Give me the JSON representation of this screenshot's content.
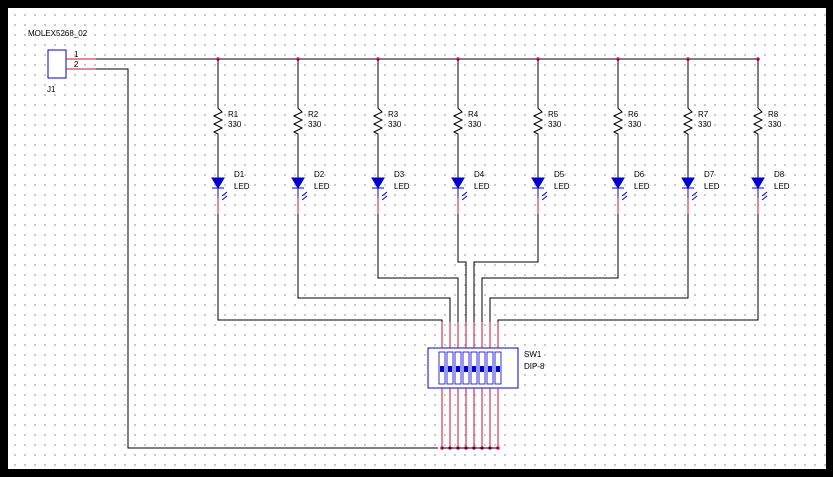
{
  "connector": {
    "part": "MOLEX5268_02",
    "ref": "J1",
    "pins": [
      "1",
      "2"
    ]
  },
  "resistors": [
    {
      "ref": "R1",
      "value": "330"
    },
    {
      "ref": "R2",
      "value": "330"
    },
    {
      "ref": "R3",
      "value": "330"
    },
    {
      "ref": "R4",
      "value": "330"
    },
    {
      "ref": "R5",
      "value": "330"
    },
    {
      "ref": "R6",
      "value": "330"
    },
    {
      "ref": "R7",
      "value": "330"
    },
    {
      "ref": "R8",
      "value": "330"
    }
  ],
  "leds": [
    {
      "ref": "D1",
      "value": "LED"
    },
    {
      "ref": "D2",
      "value": "LED"
    },
    {
      "ref": "D3",
      "value": "LED"
    },
    {
      "ref": "D4",
      "value": "LED"
    },
    {
      "ref": "D5",
      "value": "LED"
    },
    {
      "ref": "D6",
      "value": "LED"
    },
    {
      "ref": "D7",
      "value": "LED"
    },
    {
      "ref": "D8",
      "value": "LED"
    }
  ],
  "switch": {
    "ref": "SW1",
    "value": "DIP-8"
  },
  "colors": {
    "wire": "#000000",
    "pin": "#d0102a",
    "component": "#0000d0",
    "junction": "#e0007a",
    "border": "#000000"
  }
}
